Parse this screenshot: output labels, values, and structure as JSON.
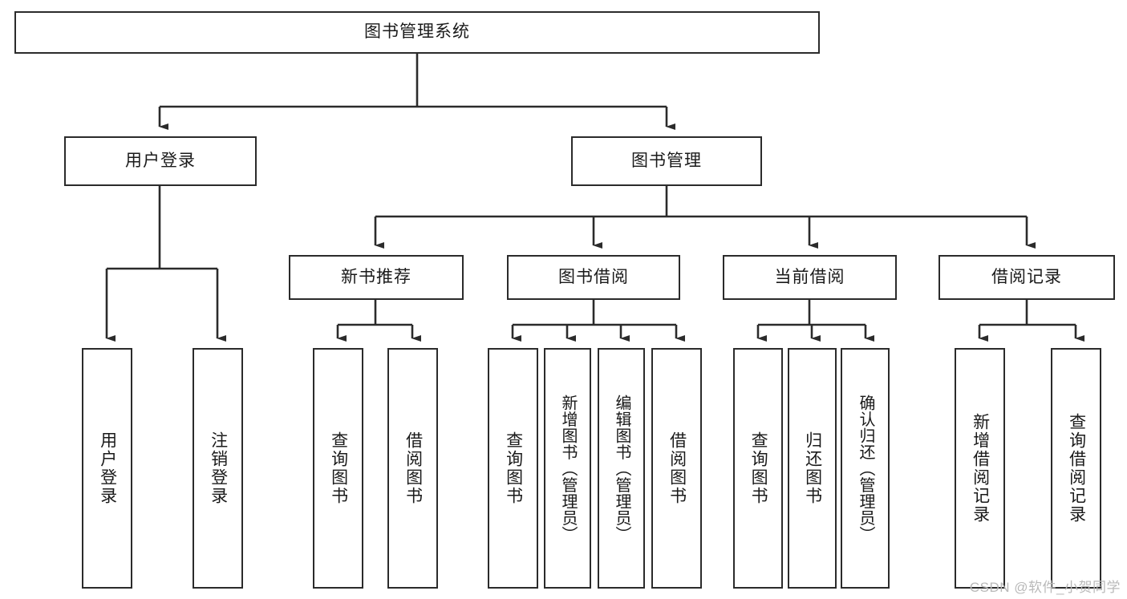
{
  "diagram": {
    "title": "图书管理系统",
    "type": "hierarchy-tree",
    "colors": {
      "background": "#ffffff",
      "line": "#2b2b2b",
      "box_fill": "#ffffff",
      "text": "#1a1a1a",
      "watermark": "#b9b9b9"
    },
    "root": {
      "label": "图书管理系统"
    },
    "level2": [
      {
        "label": "用户登录"
      },
      {
        "label": "图书管理"
      }
    ],
    "level3": [
      {
        "label": "新书推荐"
      },
      {
        "label": "图书借阅"
      },
      {
        "label": "当前借阅"
      },
      {
        "label": "借阅记录"
      }
    ],
    "leaves": {
      "user_login": [
        {
          "label": "用户登录"
        },
        {
          "label": "注销登录"
        }
      ],
      "new_book_recommend": [
        {
          "label": "查询图书"
        },
        {
          "label": "借阅图书"
        }
      ],
      "book_borrow": [
        {
          "label": "查询图书"
        },
        {
          "label": "新增图书（管理员）"
        },
        {
          "label": "编辑图书（管理员）"
        },
        {
          "label": "借阅图书"
        }
      ],
      "current_borrow": [
        {
          "label": "查询图书"
        },
        {
          "label": "归还图书"
        },
        {
          "label": "确认归还（管理员）"
        }
      ],
      "borrow_record": [
        {
          "label": "新增借阅记录"
        },
        {
          "label": "查询借阅记录"
        }
      ]
    }
  },
  "watermark": {
    "text": "CSDN @软件_小贺同学"
  }
}
